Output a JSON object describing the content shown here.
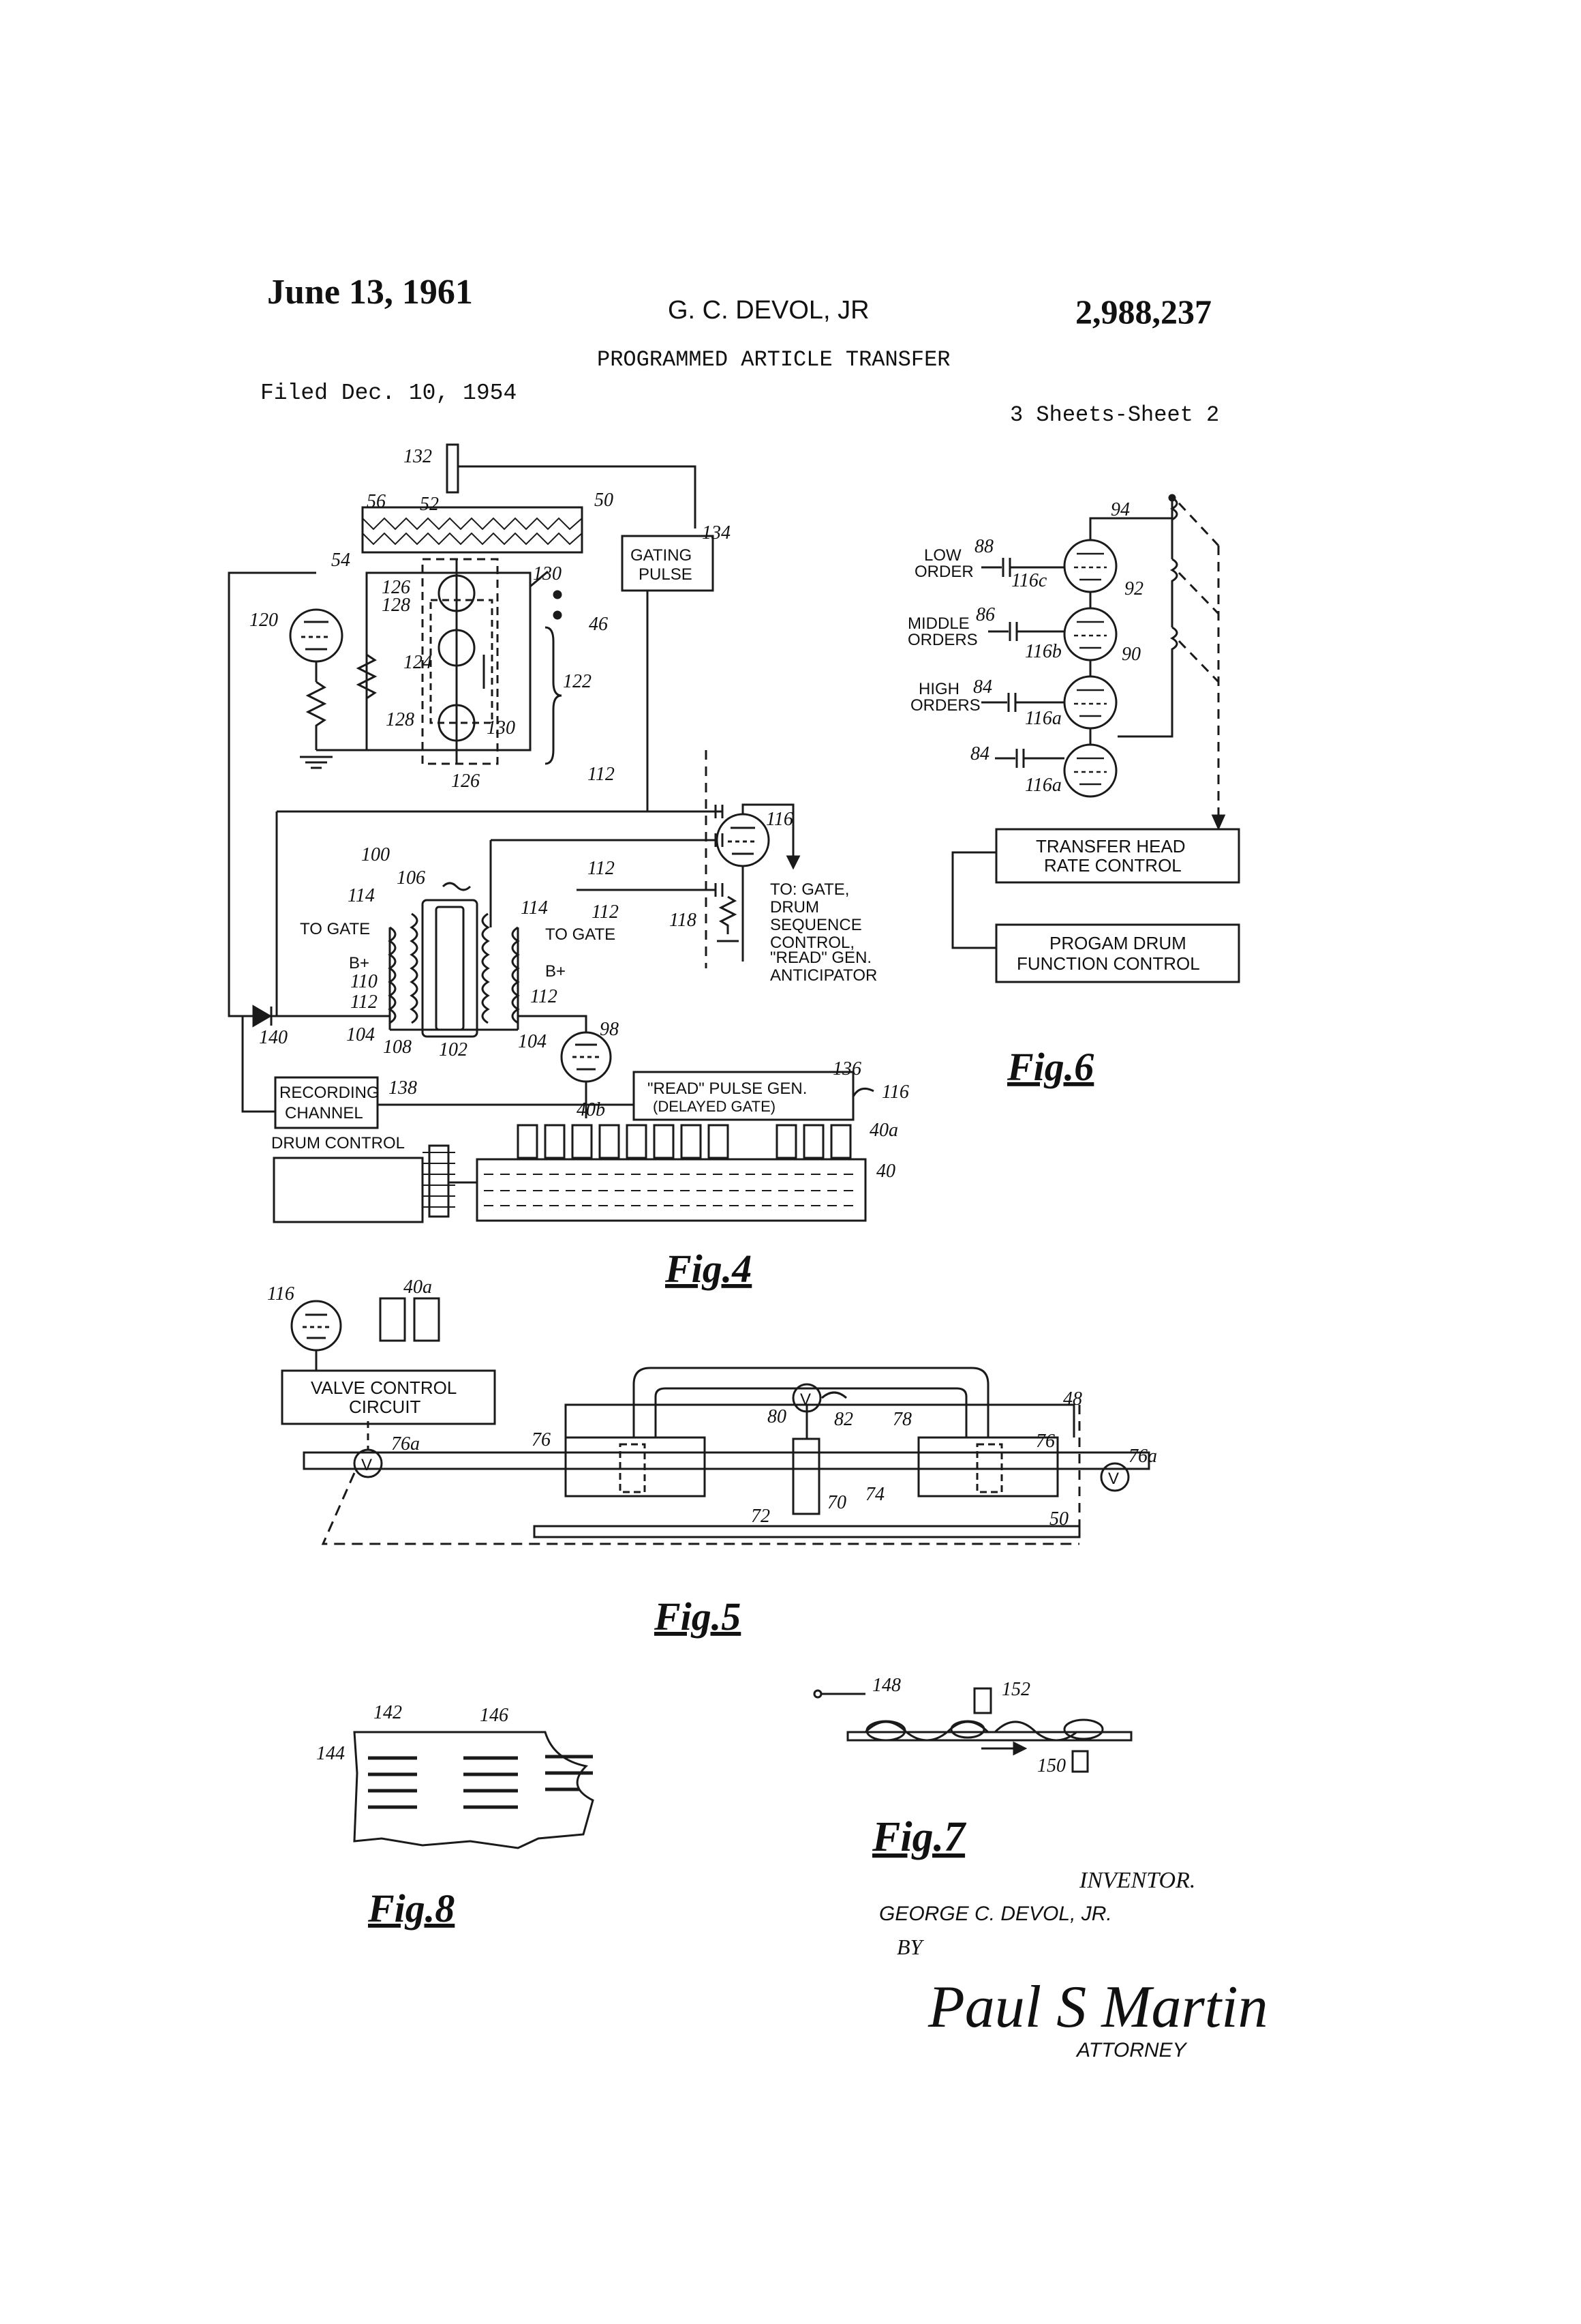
{
  "header": {
    "date": "June 13, 1961",
    "inventor_name": "G. C. DEVOL, JR",
    "patent_number": "2,988,237",
    "title": "PROGRAMMED ARTICLE TRANSFER",
    "filed": "Filed Dec. 10, 1954",
    "sheets": "3 Sheets-Sheet 2"
  },
  "fig4": {
    "caption": "Fig.4",
    "gating_pulse_1": "GATING",
    "gating_pulse_2": "PULSE",
    "recording_channel_1": "RECORDING",
    "recording_channel_2": "CHANNEL",
    "drum_control": "DRUM CONTROL",
    "read_pulse_1": "\"READ\" PULSE GEN.",
    "read_pulse_2": "(DELAYED GATE)",
    "to_gate_left": "TO GATE",
    "to_gate_right": "TO GATE",
    "bplus_left": "B+",
    "bplus_right": "B+",
    "outputs_1": "TO: GATE,",
    "outputs_2": "DRUM",
    "outputs_3": "SEQUENCE",
    "outputs_4": "CONTROL,",
    "outputs_5": "\"READ\" GEN.",
    "outputs_6": "ANTICIPATOR",
    "refs": {
      "r132": "132",
      "r52": "52",
      "r56": "56",
      "r50": "50",
      "r54": "54",
      "r134": "134",
      "r126a": "126",
      "r128a": "128",
      "r130a": "130",
      "r46": "46",
      "r120": "120",
      "r124": "124",
      "r122": "122",
      "r128b": "128",
      "r130b": "130",
      "r126b": "126",
      "r112a": "112",
      "r112b": "112",
      "r112c": "112",
      "r116": "116",
      "r118": "118",
      "r100": "100",
      "r106": "106",
      "r114a": "114",
      "r114b": "114",
      "r110": "110",
      "r112d": "112",
      "r112e": "112",
      "r104a": "104",
      "r108": "108",
      "r102": "102",
      "r104b": "104",
      "r98": "98",
      "r140a": "140",
      "r138": "138",
      "r136": "136",
      "r116b": "116",
      "r40b": "40b",
      "r40a": "40a",
      "r40": "40"
    }
  },
  "fig5": {
    "caption": "Fig.5",
    "valve_control_1": "VALVE  CONTROL",
    "valve_control_2": "CIRCUIT",
    "valve_symbol": "V",
    "refs": {
      "r116": "116",
      "r40a": "40a",
      "r76a_left": "76a",
      "r76_left": "76",
      "r80": "80",
      "r82": "82",
      "r78": "78",
      "r48": "48",
      "r76_right": "76",
      "r76a_right": "76a",
      "r72": "72",
      "r70": "70",
      "r74": "74",
      "r50": "50"
    }
  },
  "fig6": {
    "caption": "Fig.6",
    "low_1": "LOW",
    "low_2": "ORDER",
    "middle_1": "MIDDLE",
    "middle_2": "ORDERS",
    "high_1": "HIGH",
    "high_2": "ORDERS",
    "transfer_head_1": "TRANSFER  HEAD",
    "transfer_head_2": "RATE  CONTROL",
    "program_drum_1": "PROGAM  DRUM",
    "program_drum_2": "FUNCTION  CONTROL",
    "refs": {
      "r94": "94",
      "r88": "88",
      "r116c": "116c",
      "r92": "92",
      "r86": "86",
      "r116b": "116b",
      "r90": "90",
      "r84a": "84",
      "r116a_1": "116a",
      "r84b": "84",
      "r116a_2": "116a"
    }
  },
  "fig7": {
    "caption": "Fig.7",
    "refs": {
      "r148": "148",
      "r152": "152",
      "r150": "150"
    }
  },
  "fig8": {
    "caption": "Fig.8",
    "refs": {
      "r142": "142",
      "r144": "144",
      "r146": "146"
    }
  },
  "signature_block": {
    "inventor_label": "INVENTOR.",
    "inventor_full": "GEORGE  C.  DEVOL,  JR.",
    "by": "BY",
    "signature": "Paul S Martin",
    "attorney_label": "ATTORNEY"
  }
}
